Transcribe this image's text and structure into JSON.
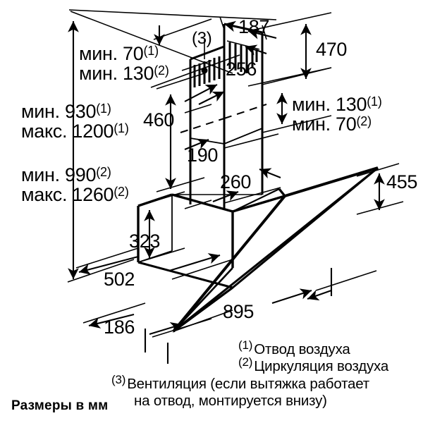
{
  "title": "Схема установки наклонной вытяжки",
  "units_note": "Размеры в мм",
  "dimensions": {
    "top_gap": {
      "line1_prefix": "мин. 70",
      "line1_mark": "(1)",
      "line2_prefix": "мин. 130",
      "line2_mark": "(2)"
    },
    "right_gap": {
      "line1_prefix": "мин. 130",
      "line1_mark": "(1)",
      "line2_prefix": "мин. 70",
      "line2_mark": "(2)"
    },
    "height_exhaust": {
      "line1_prefix": "мин. 930",
      "line1_mark": "(1)",
      "line2_prefix": "макс. 1200",
      "line2_mark": "(1)"
    },
    "height_recirc": {
      "line1_prefix": "мин. 990",
      "line1_mark": "(2)",
      "line2_prefix": "макс. 1260",
      "line2_mark": "(2)"
    },
    "chimney_top_depth": "187",
    "chimney_top_height": "470",
    "chimney_upper_width": "256",
    "chimney_lower_height": "460",
    "chimney_lower_width": "190",
    "body_depth_top": "260",
    "body_height": "323",
    "body_width": "502",
    "body_base_depth": "186",
    "glass_width": "895",
    "glass_height": "455",
    "vent_marker": "(3)"
  },
  "legend": [
    {
      "mark": "(1)",
      "text": "Отвод воздуха"
    },
    {
      "mark": "(2)",
      "text": "Циркуляция воздуха"
    },
    {
      "mark": "(3)",
      "text": "Вентиляция (если вытяжка работает",
      "text2": "на отвод, монтируется внизу)"
    }
  ],
  "colors": {
    "ink": "#000000",
    "paper": "#ffffff"
  }
}
